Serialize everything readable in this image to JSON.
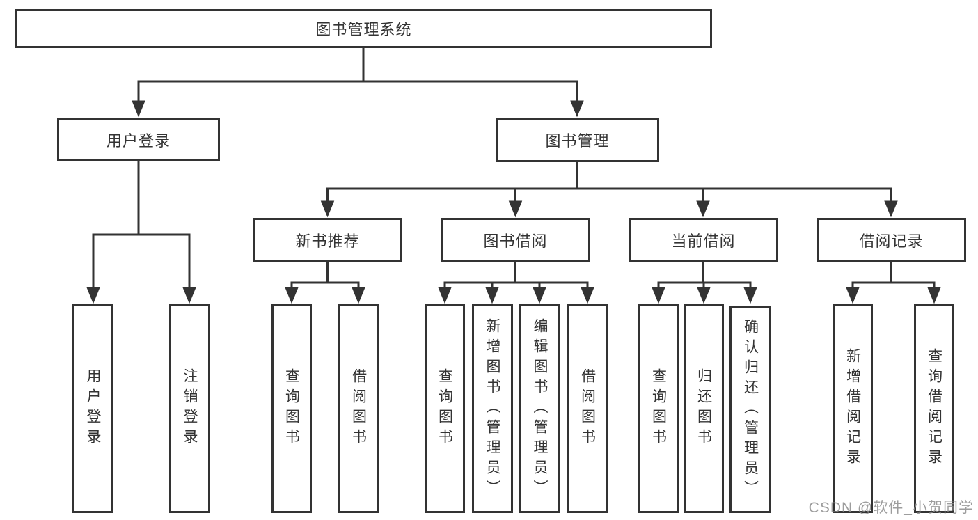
{
  "tree": {
    "label": "图书管理系统",
    "children": [
      {
        "label": "用户登录",
        "children": [
          {
            "label": "用户登录"
          },
          {
            "label": "注销登录"
          }
        ]
      },
      {
        "label": "图书管理",
        "children": [
          {
            "label": "新书推荐",
            "children": [
              {
                "label": "查询图书"
              },
              {
                "label": "借阅图书"
              }
            ]
          },
          {
            "label": "图书借阅",
            "children": [
              {
                "label": "查询图书"
              },
              {
                "label": "新增图书（管理员）"
              },
              {
                "label": "编辑图书（管理员）"
              },
              {
                "label": "借阅图书"
              }
            ]
          },
          {
            "label": "当前借阅",
            "children": [
              {
                "label": "查询图书"
              },
              {
                "label": "归还图书"
              },
              {
                "label": "确认归还（管理员）"
              }
            ]
          },
          {
            "label": "借阅记录",
            "children": [
              {
                "label": "新增借阅记录"
              },
              {
                "label": "查询借阅记录"
              }
            ]
          }
        ]
      }
    ]
  },
  "watermark": "CSDN @软件_小贺同学",
  "colors": {
    "line": "#333333",
    "text": "#333333",
    "watermark": "#8c8c8c",
    "background": "#ffffff"
  }
}
